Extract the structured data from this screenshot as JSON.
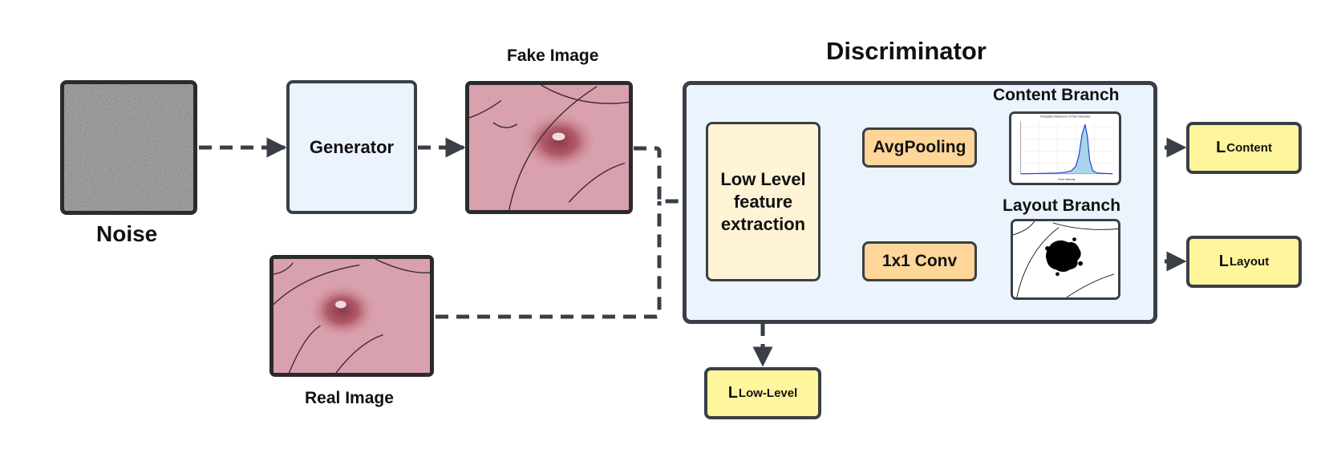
{
  "noise_label": "Noise",
  "generator_label": "Generator",
  "fake_image_label": "Fake Image",
  "real_image_label": "Real Image",
  "discriminator_title": "Discriminator",
  "low_level_label": "Low Level feature extraction",
  "avgpool_label": "AvgPooling",
  "conv_label": "1x1 Conv",
  "content_branch_label": "Content Branch",
  "layout_branch_label": "Layout Branch",
  "histogram_title": "Probability Distribution of Pixel Intensities",
  "histogram_xlabel": "Pixel Intensity",
  "loss_content": {
    "main": "L",
    "sub": "Content"
  },
  "loss_layout": {
    "main": "L",
    "sub": "Layout"
  },
  "loss_low_level": {
    "main": "L",
    "sub": "Low-Level"
  },
  "colors": {
    "generator_fill": "#ebf3fd",
    "discriminator_fill": "#ebf3fd",
    "low_level_fill": "#fff3d6",
    "op_fill": "#ffd699",
    "loss_fill": "#fff59d",
    "border": "#3a3f47",
    "arrow": "#3a3f47",
    "skin": "#d9a0ad",
    "histogram_line": "#1f3fd1"
  }
}
